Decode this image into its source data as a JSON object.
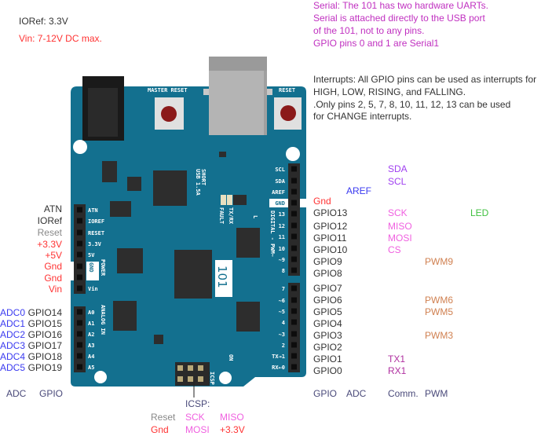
{
  "top_notes": {
    "ioref": "IORef: 3.3V",
    "vin": "Vin: 7-12V DC max."
  },
  "serial_note": [
    "Serial: The 101 has two hardware UARTs.",
    "Serial is attached directly to the USB port",
    "of the 101, not to any pins.",
    "GPIO pins 0 and 1 are Serial1"
  ],
  "interrupts_note": [
    "Interrupts: All GPIO pins can be used as interrupts for",
    "HIGH, LOW, RISING, and FALLING.",
    ".Only pins  2, 5, 7, 8, 10, 11, 12, 13 can be used",
    "for CHANGE interrupts."
  ],
  "colors": {
    "board": "#13708f",
    "gpio": "#333333",
    "gnd_power": "#ff3333",
    "i2c": "#a040f0",
    "aref_adc": "#3a3af0",
    "spi": "#f060e0",
    "led": "#40c040",
    "pwm": "#d08050",
    "uart": "#b030a0",
    "legend": "#4a4a7a",
    "reset": "#888888"
  },
  "right_labels": {
    "sda": "SDA",
    "scl": "SCL",
    "aref": "AREF",
    "gnd": "Gnd",
    "gpio": [
      "GPIO13",
      "GPIO12",
      "GPIO11",
      "GPIO10",
      "GPIO9",
      "GPIO8",
      "GPIO7",
      "GPIO6",
      "GPIO5",
      "GPIO4",
      "GPIO3",
      "GPIO2",
      "GPIO1",
      "GPIO0"
    ],
    "spi": [
      "SCK",
      "MISO",
      "MOSI",
      "CS"
    ],
    "led": "LED",
    "pwm": {
      "p9": "PWM9",
      "p6": "PWM6",
      "p5": "PWM5",
      "p3": "PWM3"
    },
    "uart": {
      "tx": "TX1",
      "rx": "RX1"
    }
  },
  "right_legend": [
    "GPIO",
    "ADC",
    "Comm.",
    "PWM"
  ],
  "left_labels": {
    "power": [
      "ATN",
      "IORef",
      "Reset",
      "+3.3V",
      "+5V",
      "Gnd",
      "Gnd",
      "Vin"
    ],
    "adc": [
      "ADC0",
      "ADC1",
      "ADC2",
      "ADC3",
      "ADC4",
      "ADC5"
    ],
    "gpio": [
      "GPIO14",
      "GPIO15",
      "GPIO16",
      "GPIO17",
      "GPIO18",
      "GPIO19"
    ]
  },
  "left_legend": [
    "ADC",
    "GPIO"
  ],
  "icsp": {
    "title": "ICSP:",
    "row1": [
      "Reset",
      "SCK",
      "MISO"
    ],
    "row2": [
      "Gnd",
      "MOSI",
      "+3.3V"
    ]
  },
  "board": {
    "power_pins": [
      "ATN",
      "IOREF",
      "RESET",
      "3.3V",
      "5V",
      "GND",
      "Vin"
    ],
    "power_title": "POWER",
    "analog_pins": [
      "A0",
      "A1",
      "A2",
      "A3",
      "A4",
      "A5"
    ],
    "analog_title": "ANALOG IN",
    "digital_top": [
      "SCL",
      "SDA",
      "AREF",
      "GND",
      "13",
      "12",
      "11",
      "10",
      "~9",
      "8"
    ],
    "digital_bottom": [
      "7",
      "~6",
      "~5",
      "4",
      "~3",
      "2",
      "TX→1",
      "RX←0"
    ],
    "digital_title": "DIGITAL - PWM~",
    "master_reset": "MASTER RESET",
    "reset": "RESET",
    "usb_short": [
      "USB 1.5A",
      "SHORT"
    ],
    "fault": "FAULT",
    "txrx": "TX/RX",
    "l": "L",
    "model": "101",
    "on": "ON",
    "icsp": "ICSP"
  }
}
